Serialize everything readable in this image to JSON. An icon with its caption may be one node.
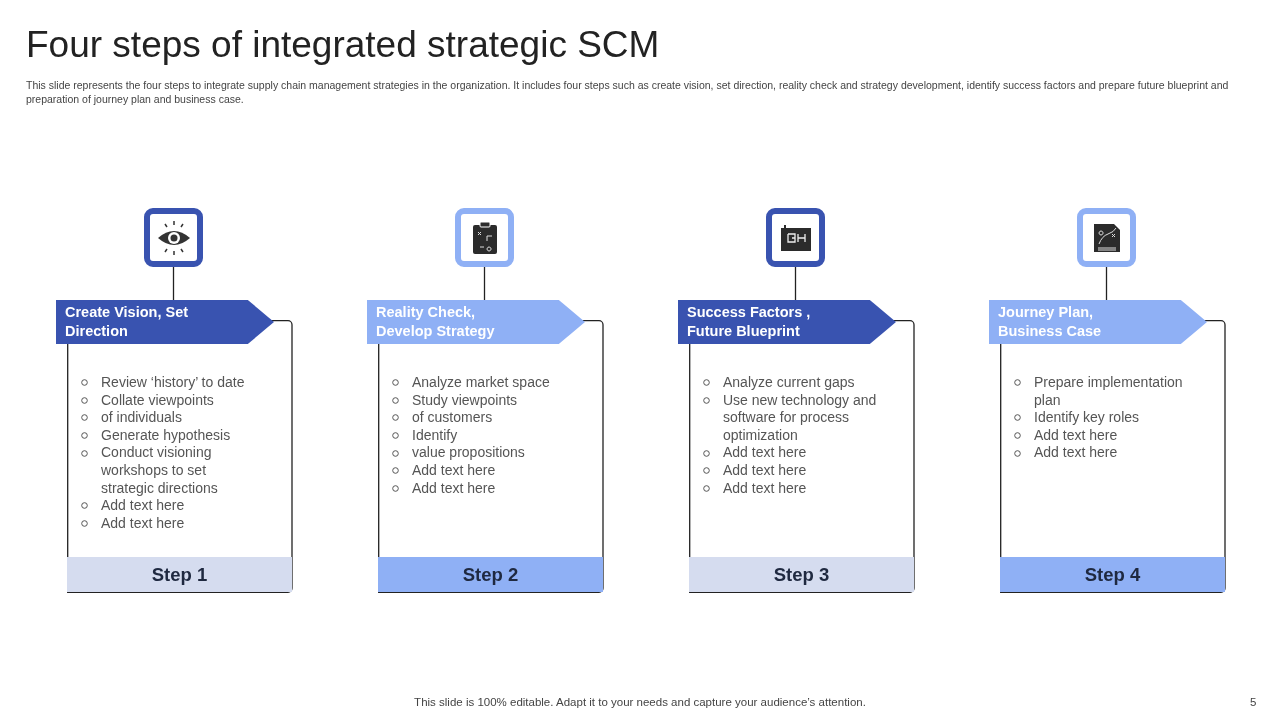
{
  "diagram": {
    "title": "Four steps of integrated strategic SCM",
    "nodes": [
      {
        "text": [],
        "shape": "box"
      },
      {
        "text": [
          "Create Vision, Set Direction",
          "Review ‘history’ to date",
          "Collate viewpoints",
          "of individuals",
          "Generate hypothesis",
          "Conduct visioning workshops to set strategic directions",
          "Add text here",
          "Add text here",
          "Step 1"
        ]
      },
      {
        "text": [],
        "shape": "box"
      },
      {
        "text": [
          "Reality Check, Develop Strategy",
          "Analyze market space",
          "Study viewpoints",
          "of customers",
          "Identify",
          "value propositions",
          "Add text here",
          "Add text here",
          "Step 2"
        ]
      },
      {
        "text": [],
        "shape": "box"
      },
      {
        "text": [
          "Success Factors , Future Blueprint",
          "Analyze current gaps",
          "Use new technology and software for process optimization",
          "Add text here",
          "Add text here",
          "Add text here",
          "Step 3"
        ]
      },
      {
        "text": [],
        "shape": "box"
      },
      {
        "text": [
          "Journey Plan, Business Case",
          "Prepare implementation plan",
          "Identify key roles",
          "Add text here",
          "Add text here",
          "Step 4"
        ]
      }
    ],
    "edges": [
      {
        "from": 0,
        "to": 1,
        "arrow": "none"
      },
      {
        "from": 2,
        "to": 3,
        "arrow": "none"
      },
      {
        "from": 4,
        "to": 5,
        "arrow": "none"
      },
      {
        "from": 6,
        "to": 7,
        "arrow": "none"
      }
    ],
    "labels": [
      "This slide represents the four steps to integrate supply chain management strategies in the organization. It includes four steps such as create vision, set direction, reality check and strategy development, identify success factors and prepare future blueprint and preparation of journey plan and business case.",
      "This slide is 100% editable. Adapt it to your needs and capture your audience’s attention.",
      "5"
    ]
  }
}
